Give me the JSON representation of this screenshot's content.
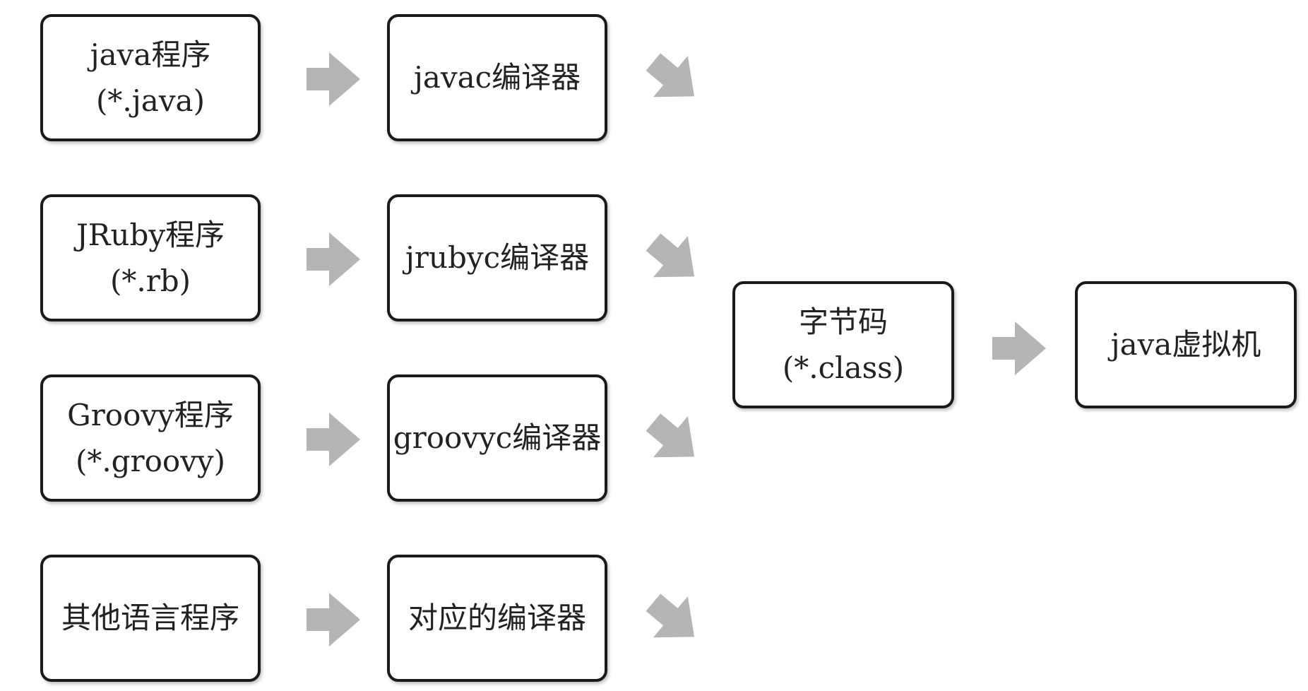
{
  "diagram": {
    "sources": [
      {
        "line1": "java程序",
        "line2": "(*.java)"
      },
      {
        "line1": "JRuby程序",
        "line2": "(*.rb)"
      },
      {
        "line1": "Groovy程序",
        "line2": "(*.groovy)"
      },
      {
        "line1": "其他语言程序",
        "line2": ""
      }
    ],
    "compilers": [
      {
        "label": "javac编译器"
      },
      {
        "label": "jrubyc编译器"
      },
      {
        "label": "groovyc编译器"
      },
      {
        "label": "对应的编译器"
      }
    ],
    "bytecode": {
      "line1": "字节码",
      "line2": "(*.class)"
    },
    "jvm": {
      "label": "java虚拟机"
    },
    "arrow_color": "#b5b5b5",
    "border_color": "#1a1a1a"
  }
}
